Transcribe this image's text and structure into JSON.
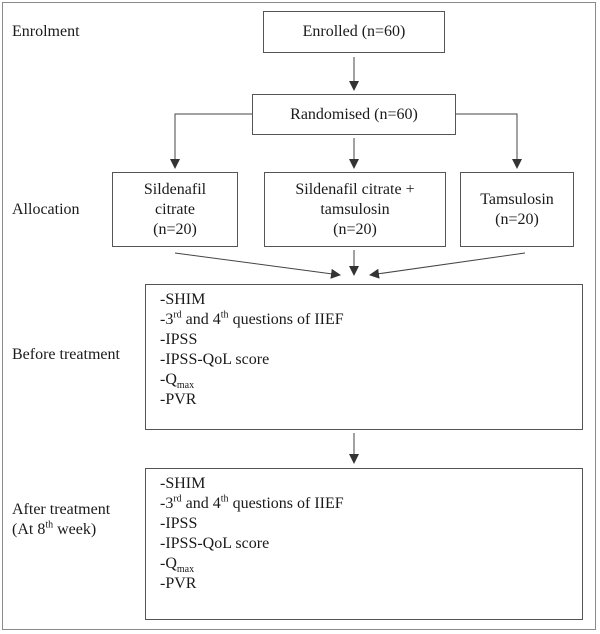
{
  "stages": {
    "enrolment": "Enrolment",
    "allocation": "Allocation",
    "before": "Before treatment",
    "after_line1": "After treatment",
    "after_line2_pre": "(At 8",
    "after_line2_sup": "th",
    "after_line2_post": " week)"
  },
  "boxes": {
    "enrolled": "Enrolled (n=60)",
    "randomised": "Randomised (n=60)",
    "arm1": [
      "Sildenafil",
      "citrate",
      "(n=20)"
    ],
    "arm2": [
      "Sildenafil citrate +",
      "tamsulosin",
      "(n=20)"
    ],
    "arm3": [
      "Tamsulosin",
      "(n=20)"
    ]
  },
  "measures": {
    "shim": "-SHIM",
    "q34_pre": "-3",
    "q34_sup1": "rd",
    "q34_mid": " and 4",
    "q34_sup2": "th",
    "q34_post": " questions of IIEF",
    "ipss": "-IPSS",
    "ipss_qol": "-IPSS-QoL score",
    "qmax_pre": "-Q",
    "qmax_sub": "max",
    "pvr": "-PVR"
  }
}
